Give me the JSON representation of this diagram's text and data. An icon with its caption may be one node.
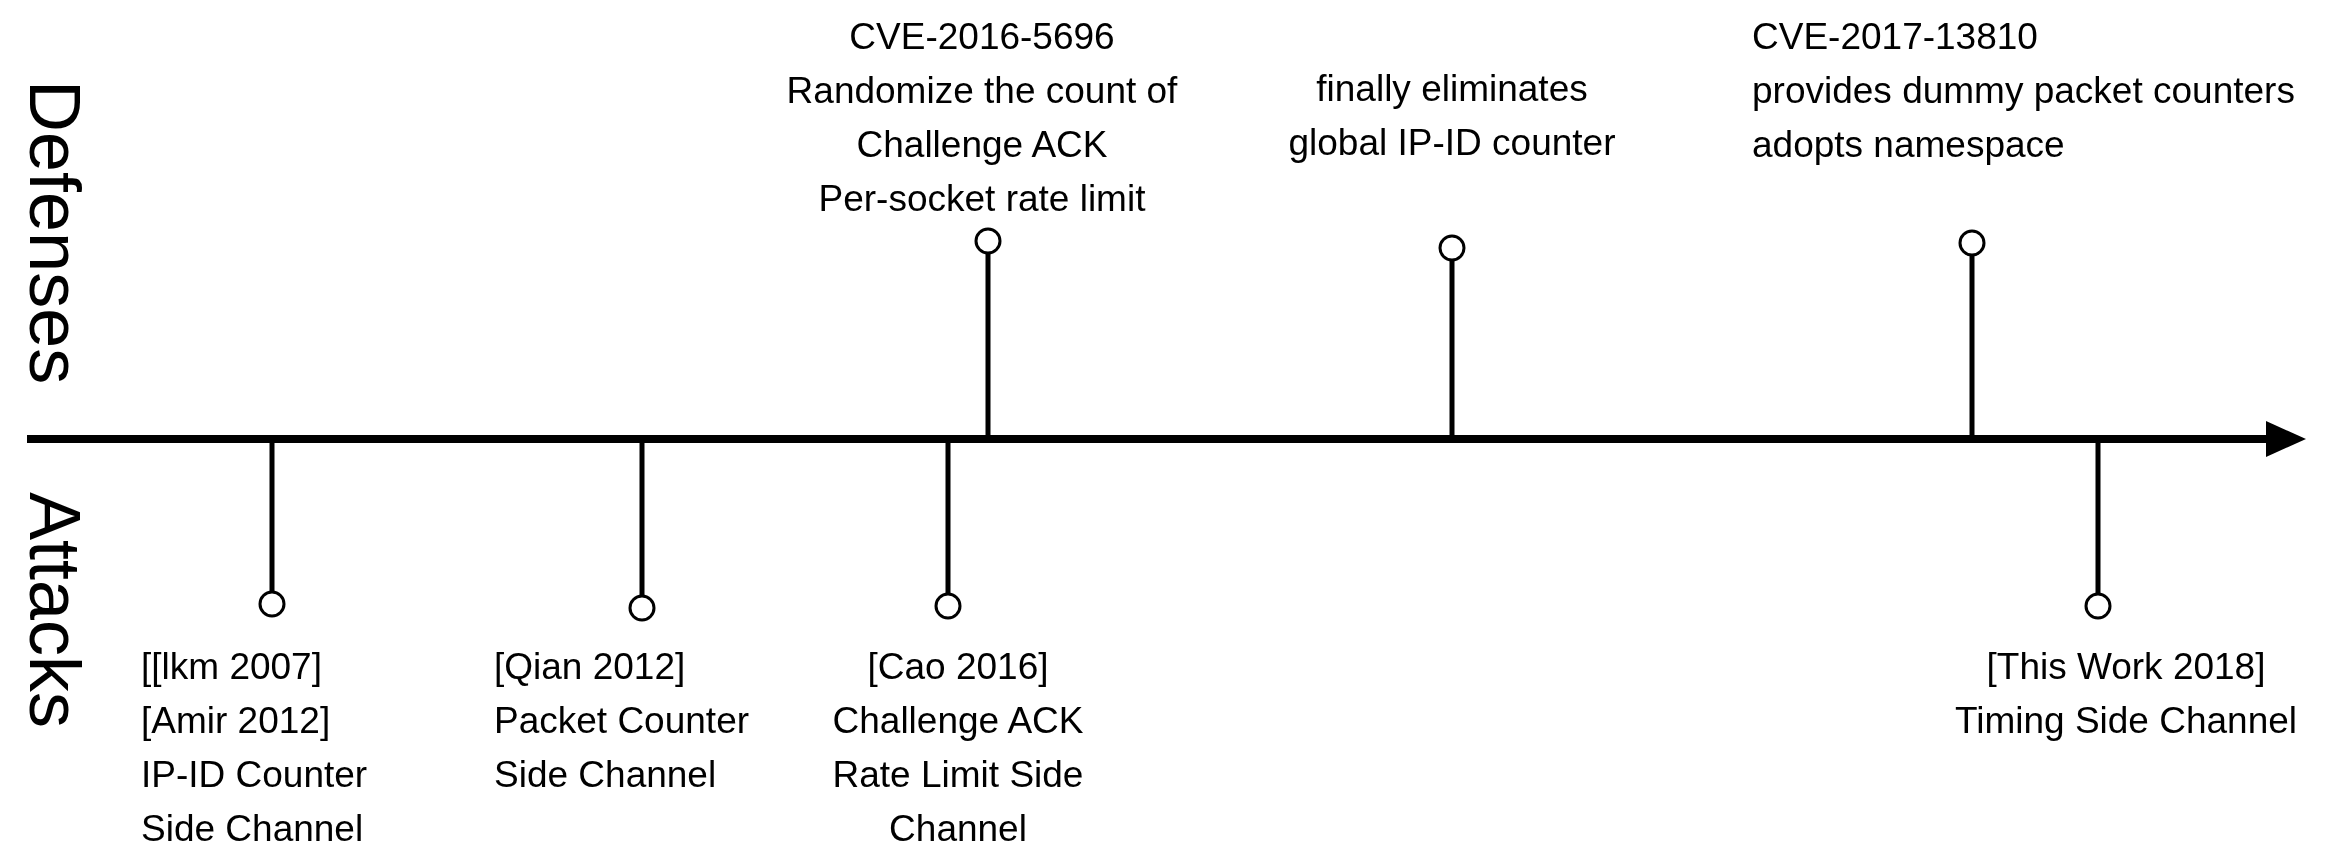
{
  "diagram": {
    "labels": [
      "CVE-2016-5696",
      "Randomize the count of Challenge ACK",
      "Per-socket rate limit",
      "finally eliminates global IP-ID counter",
      "CVE-2017-13810",
      "provides dummy packet counters",
      "adopts namespace",
      "Defenses",
      "Attacks",
      "[[lkm 2007]",
      "[Amir 2012]",
      "IP-ID Counter Side Channel",
      "[Qian 2012]",
      "Packet Counter Side Channel",
      "[Cao 2016]",
      "Challenge ACK Rate Limit Side Channel",
      "[This Work 2018]",
      "Timing Side Channel"
    ]
  }
}
